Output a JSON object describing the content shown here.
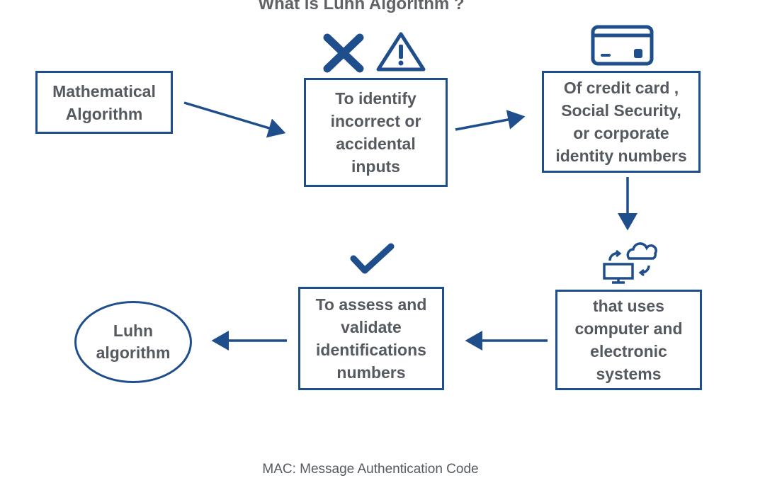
{
  "title": "What is Luhn Algorithm ?",
  "accent_color": "#1f4e8c",
  "nodes": {
    "mathematical": "Mathematical\nAlgorithm",
    "identify": "To identify\nincorrect or\naccidental\ninputs",
    "credit_card": "Of credit card ,\nSocial Security,\nor corporate\nidentity numbers",
    "computer": "that uses\ncomputer and\nelectronic\nsystems",
    "assess": "To assess and\nvalidate\nidentifications\nnumbers",
    "luhn": "Luhn\nalgorithm"
  },
  "icons": [
    "x-icon",
    "warning-icon",
    "credit-card-icon",
    "computer-cloud-sync-icon",
    "checkmark-icon"
  ],
  "footer": "MAC: Message Authentication Code"
}
